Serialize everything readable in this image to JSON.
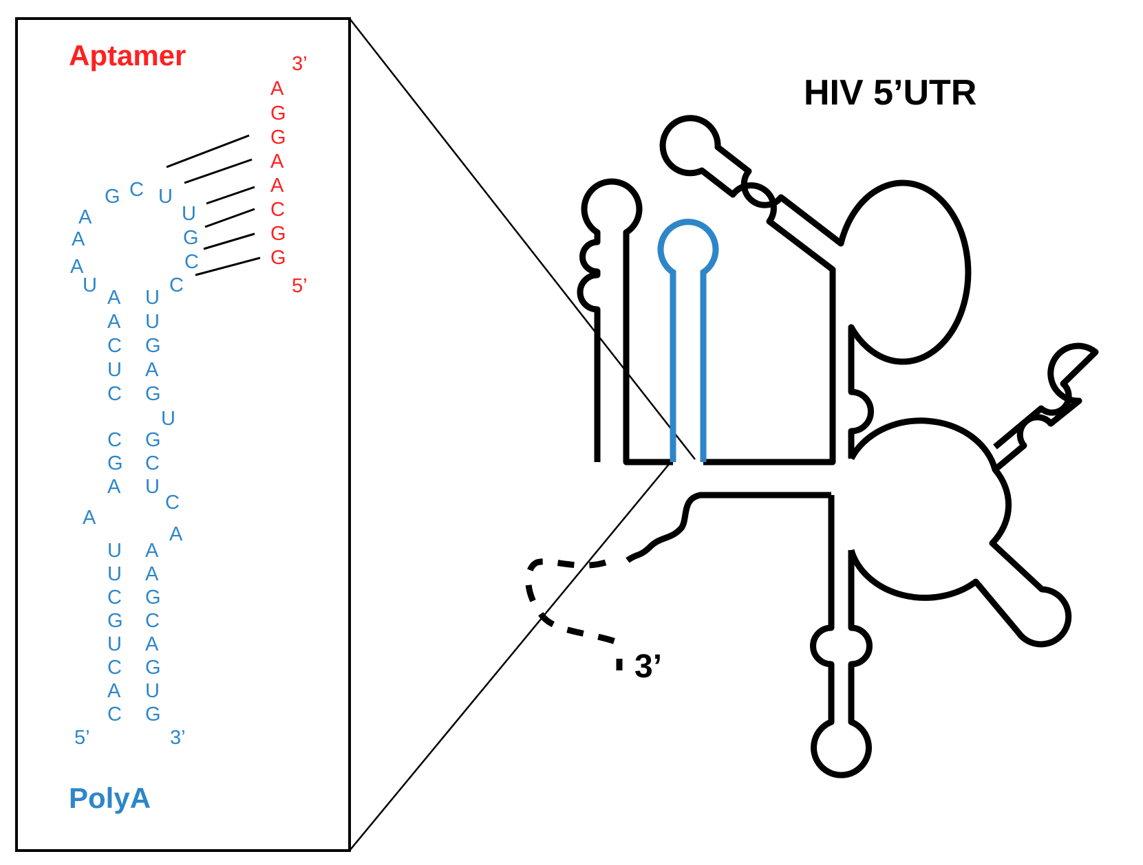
{
  "colors": {
    "aptamer": "#ff2020",
    "polya": "#2e86c9",
    "structure": "#000000"
  },
  "labels": {
    "aptamer": "Aptamer",
    "polya": "PolyA",
    "utr": "HIV 5’UTR",
    "utr_three_prime": "3’"
  },
  "aptamer_strand": {
    "three_prime": "3’",
    "five_prime": "5’",
    "bases": [
      "A",
      "G",
      "G",
      "A",
      "A",
      "C",
      "G",
      "G"
    ]
  },
  "polya_strand": {
    "five_prime": "5’",
    "three_prime": "3’",
    "left_stem": [
      "A",
      "A",
      "C",
      "U",
      "C",
      "C",
      "G",
      "A",
      "U",
      "U",
      "C",
      "G",
      "U",
      "C",
      "A",
      "C"
    ],
    "right_stem": [
      "U",
      "U",
      "G",
      "A",
      "G",
      "G",
      "C",
      "U",
      "A",
      "A",
      "G",
      "C",
      "A",
      "G",
      "U",
      "G"
    ],
    "loop": [
      "A",
      "A",
      "A",
      "G",
      "C",
      "U",
      "U",
      "G",
      "C",
      "C",
      "U"
    ],
    "bulges": [
      "U",
      "C",
      "A",
      "A"
    ]
  }
}
